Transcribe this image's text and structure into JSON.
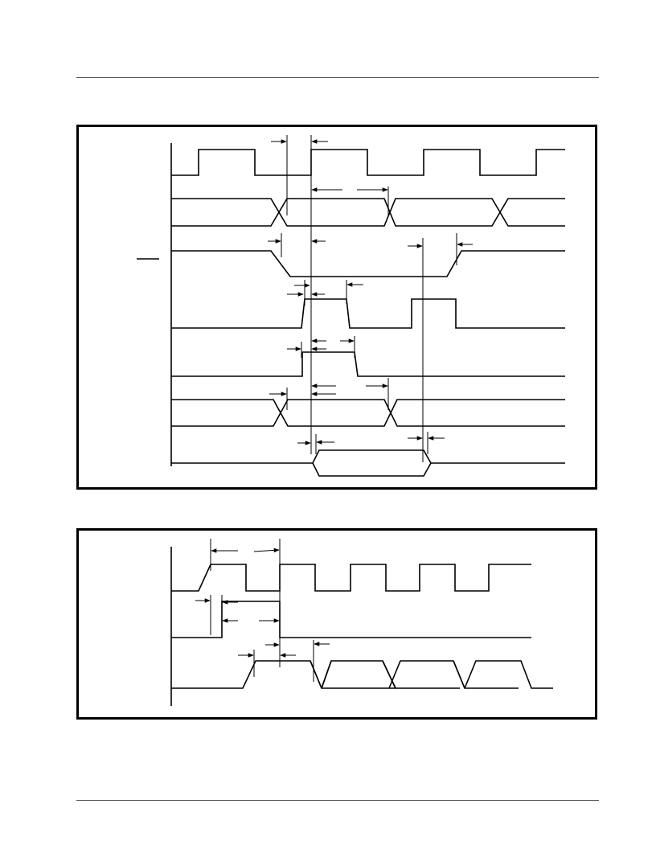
{
  "page": {
    "header_rule": true,
    "footer_rule": true
  },
  "figures": [
    {
      "id": "timing-diagram-1",
      "waveforms": [
        "clock",
        "bus-a",
        "active-low-signal",
        "pulse-1",
        "pulse-2",
        "bus-b",
        "data-output"
      ],
      "labels": []
    },
    {
      "id": "timing-diagram-2",
      "waveforms": [
        "clock",
        "control-step",
        "data-bus"
      ],
      "labels": []
    }
  ],
  "colors": {
    "line": "#000000",
    "rule": "#555555",
    "background": "#ffffff"
  }
}
